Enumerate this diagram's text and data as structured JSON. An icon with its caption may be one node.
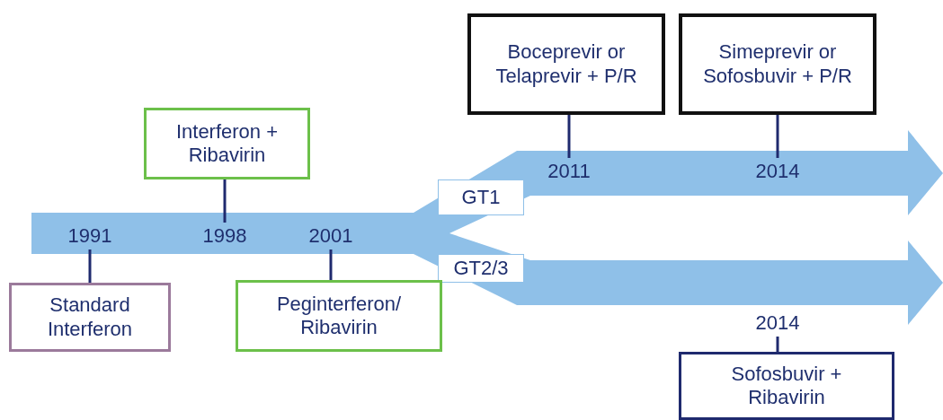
{
  "diagram": {
    "nodes": [
      {
        "text": [
          "Interferon + Ribavirin"
        ]
      },
      {
        "text": [
          "Boceprevir or Telaprevir + P/R"
        ]
      },
      {
        "text": [
          "Simeprevir or Sofosbuvir + P/R"
        ]
      },
      {
        "text": [
          "1991"
        ]
      },
      {
        "text": [
          "1998"
        ]
      },
      {
        "text": [
          "2001"
        ]
      },
      {
        "text": [
          "GT1"
        ]
      },
      {
        "text": [
          "2011"
        ]
      },
      {
        "text": [
          "2014"
        ]
      },
      {
        "text": [
          "GT2/3"
        ]
      },
      {
        "text": [
          "2014"
        ]
      },
      {
        "text": [
          "Standard Interferon"
        ]
      },
      {
        "text": [
          "Peginterferon/ Ribavirin"
        ]
      },
      {
        "text": [
          "Sofosbuvir + Ribavirin"
        ]
      }
    ],
    "edges": [
      {
        "from": 0,
        "to": 4,
        "arrow": "none"
      },
      {
        "from": 1,
        "to": 7,
        "arrow": "none"
      },
      {
        "from": 2,
        "to": 8,
        "arrow": "none"
      },
      {
        "from": 3,
        "to": 11,
        "arrow": "none"
      },
      {
        "from": 5,
        "to": 12,
        "arrow": "none"
      },
      {
        "from": 10,
        "to": 13,
        "arrow": "none"
      }
    ]
  }
}
